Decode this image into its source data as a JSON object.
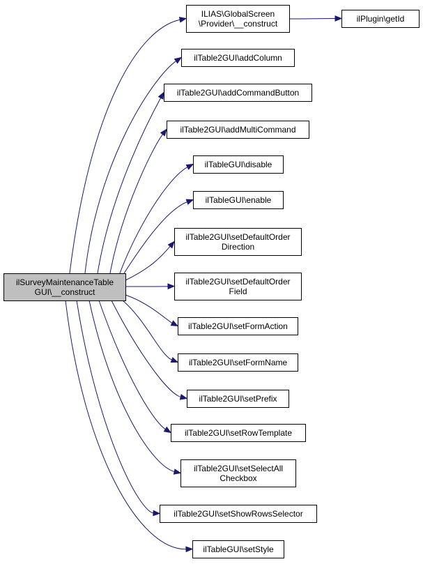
{
  "root": {
    "id": "root",
    "lines": [
      "ilSurveyMaintenanceTable",
      "GUI\\__construct"
    ],
    "highlighted": true
  },
  "callees": [
    {
      "id": "n1",
      "lines": [
        "ILIAS\\GlobalScreen",
        "\\Provider\\__construct"
      ]
    },
    {
      "id": "n2",
      "lines": [
        "ilTable2GUI\\addColumn"
      ]
    },
    {
      "id": "n3",
      "lines": [
        "ilTable2GUI\\addCommandButton"
      ]
    },
    {
      "id": "n4",
      "lines": [
        "ilTable2GUI\\addMultiCommand"
      ]
    },
    {
      "id": "n5",
      "lines": [
        "ilTableGUI\\disable"
      ]
    },
    {
      "id": "n6",
      "lines": [
        "ilTableGUI\\enable"
      ]
    },
    {
      "id": "n7",
      "lines": [
        "ilTable2GUI\\setDefaultOrder",
        "Direction"
      ]
    },
    {
      "id": "n8",
      "lines": [
        "ilTable2GUI\\setDefaultOrder",
        "Field"
      ]
    },
    {
      "id": "n9",
      "lines": [
        "ilTable2GUI\\setFormAction"
      ]
    },
    {
      "id": "n10",
      "lines": [
        "ilTable2GUI\\setFormName"
      ]
    },
    {
      "id": "n11",
      "lines": [
        "ilTable2GUI\\setPrefix"
      ]
    },
    {
      "id": "n12",
      "lines": [
        "ilTable2GUI\\setRowTemplate"
      ]
    },
    {
      "id": "n13",
      "lines": [
        "ilTable2GUI\\setSelectAll",
        "Checkbox"
      ]
    },
    {
      "id": "n14",
      "lines": [
        "ilTable2GUI\\setShowRowsSelector"
      ]
    },
    {
      "id": "n15",
      "lines": [
        "ilTableGUI\\setStyle"
      ]
    }
  ],
  "secondary": [
    {
      "id": "n16",
      "lines": [
        "ilPlugin\\getId"
      ]
    }
  ],
  "edges": [
    {
      "from": "root",
      "to": "n1"
    },
    {
      "from": "root",
      "to": "n2"
    },
    {
      "from": "root",
      "to": "n3"
    },
    {
      "from": "root",
      "to": "n4"
    },
    {
      "from": "root",
      "to": "n5"
    },
    {
      "from": "root",
      "to": "n6"
    },
    {
      "from": "root",
      "to": "n7"
    },
    {
      "from": "root",
      "to": "n8"
    },
    {
      "from": "root",
      "to": "n9"
    },
    {
      "from": "root",
      "to": "n10"
    },
    {
      "from": "root",
      "to": "n11"
    },
    {
      "from": "root",
      "to": "n12"
    },
    {
      "from": "root",
      "to": "n13"
    },
    {
      "from": "root",
      "to": "n14"
    },
    {
      "from": "root",
      "to": "n15"
    },
    {
      "from": "n1",
      "to": "n16"
    }
  ],
  "colors": {
    "edge": "#191970",
    "node_border": "#000000",
    "node_fill": "#ffffff",
    "root_fill": "#bfbfbf",
    "text": "#000000"
  }
}
